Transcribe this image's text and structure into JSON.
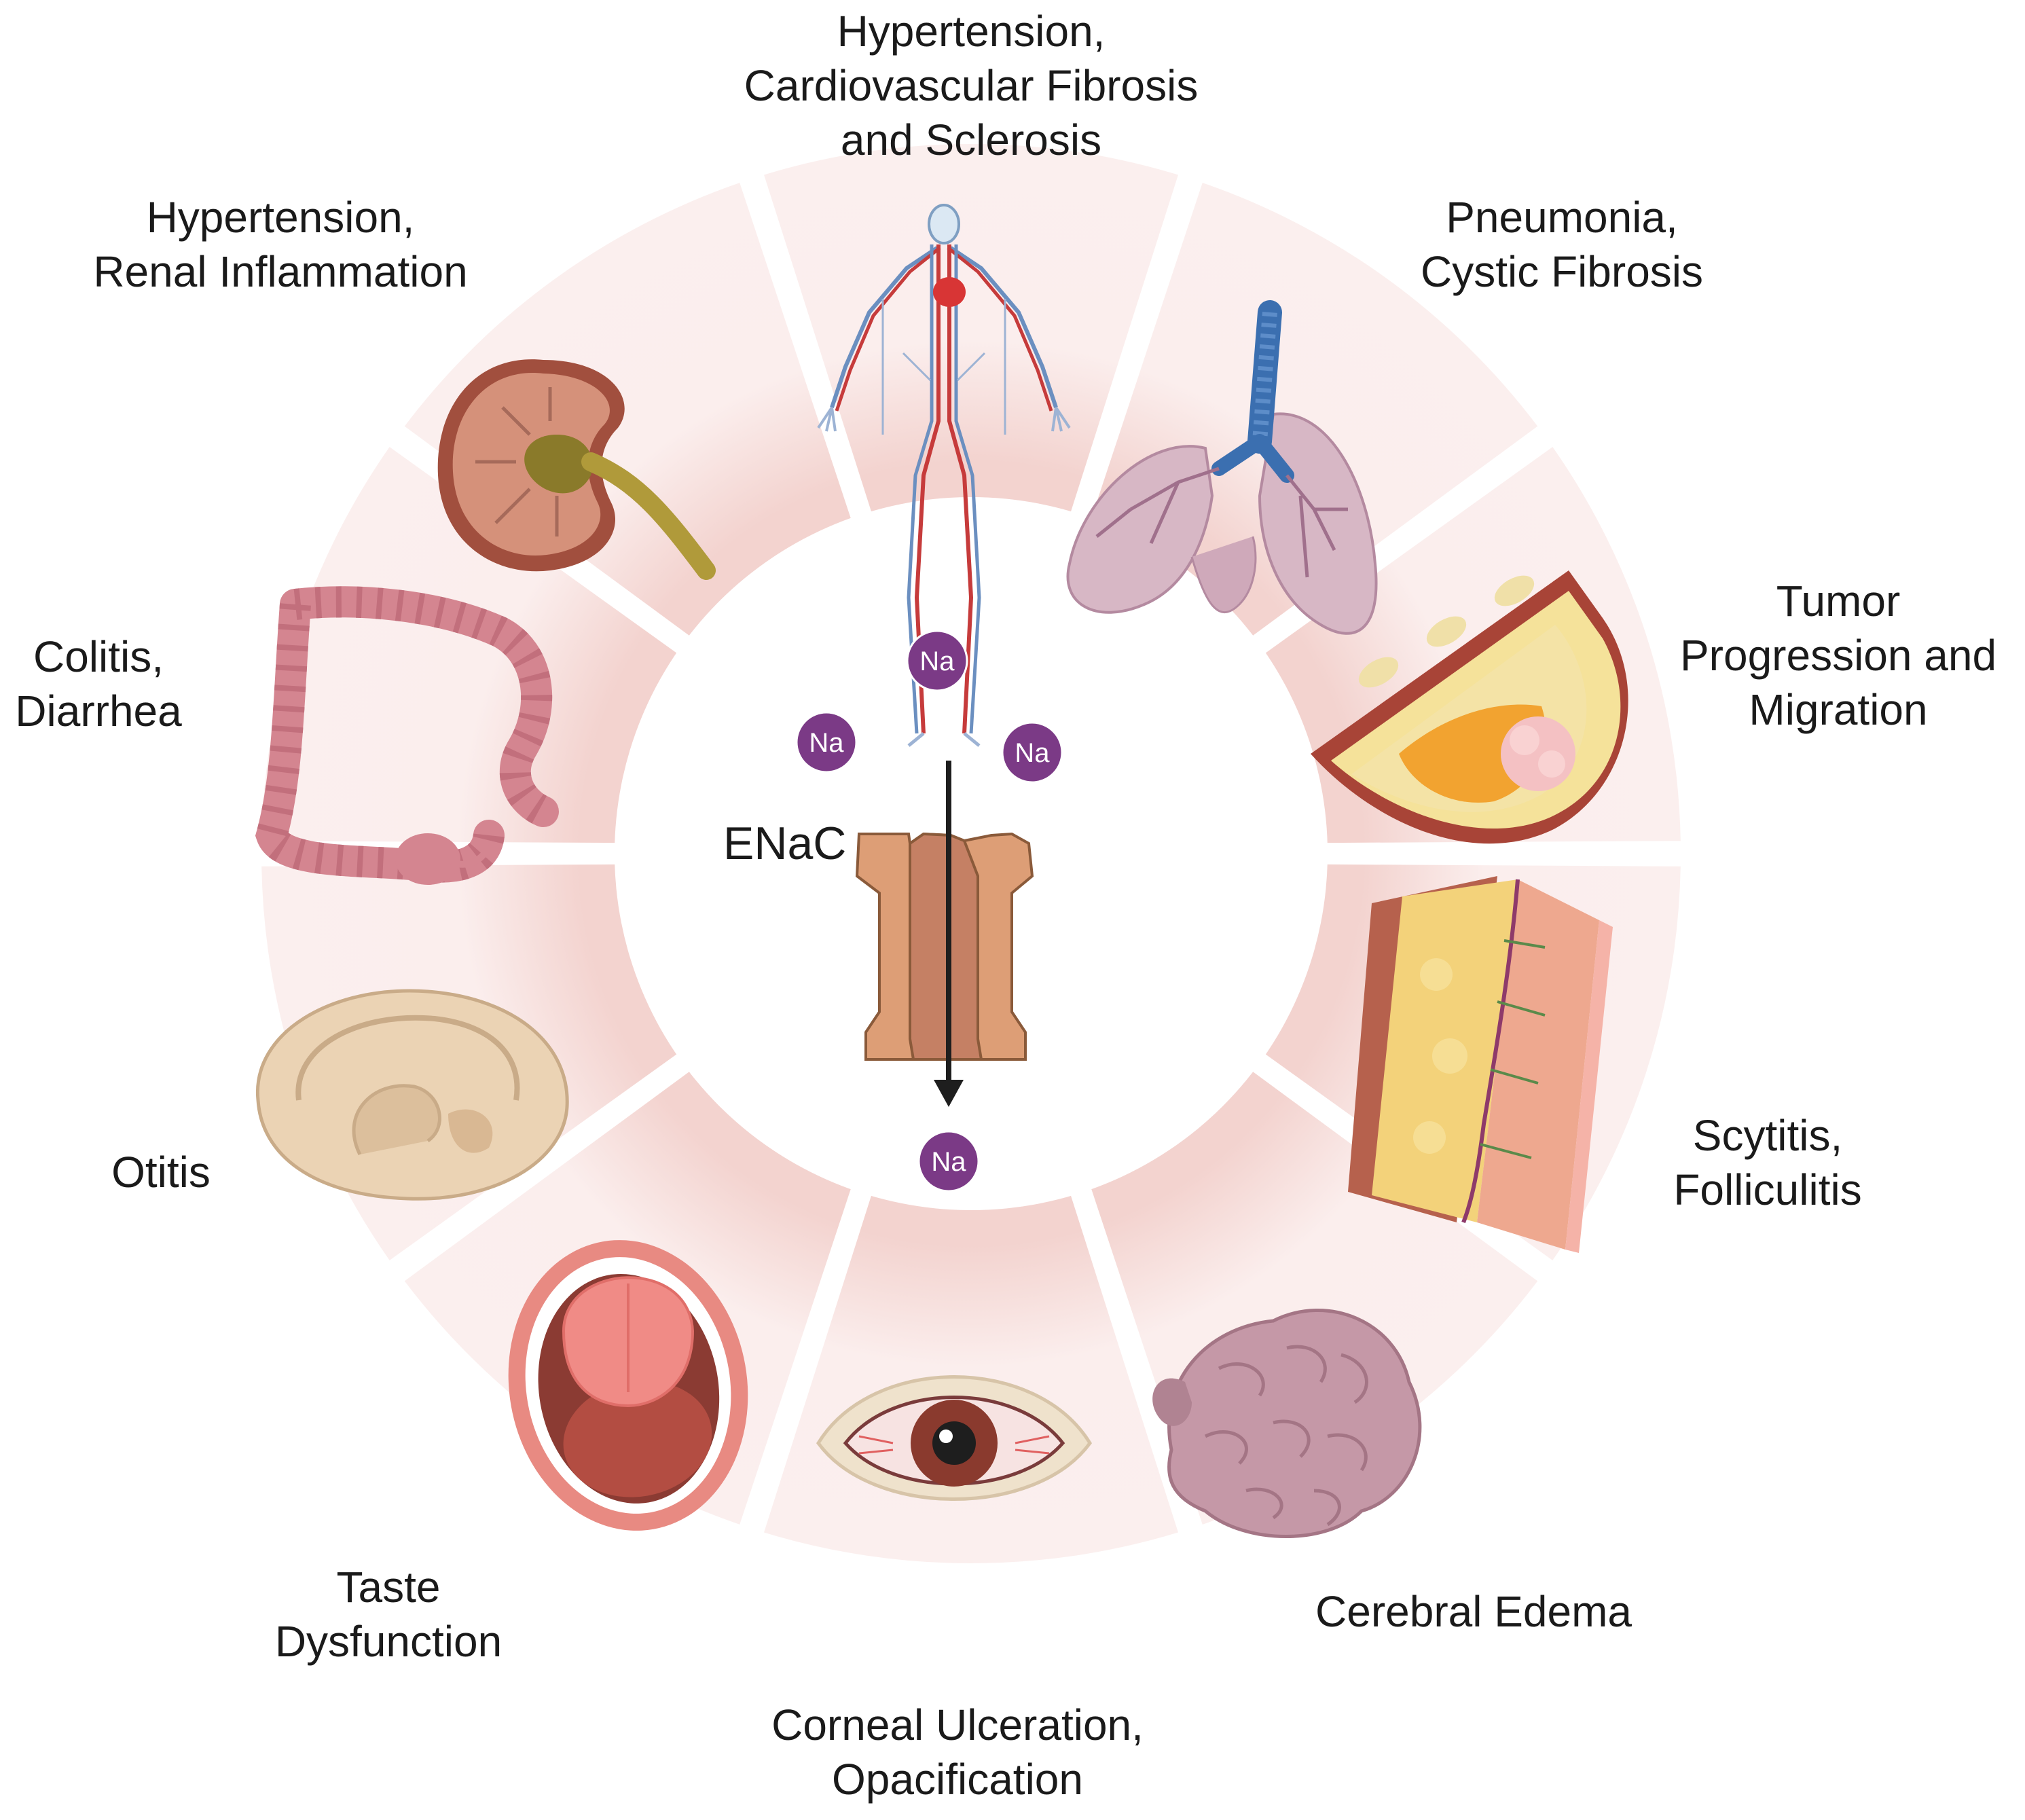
{
  "center": {
    "channel_label": "ENaC",
    "ion_label": "Na",
    "ion_color": "#7b3a86",
    "channel_color": "#dd9e76",
    "channel_core_color": "#c58064"
  },
  "ring": {
    "segment_fill": "#faeceb",
    "glow_color": "#f3d3cf"
  },
  "conditions": [
    {
      "organ": "vasculature",
      "icon": "circulatory-system-icon",
      "lines": [
        "Hypertension,",
        "Cardiovascular Fibrosis",
        "and Sclerosis"
      ]
    },
    {
      "organ": "lungs",
      "icon": "lungs-icon",
      "lines": [
        "Pneumonia,",
        "Cystic Fibrosis"
      ]
    },
    {
      "organ": "breast",
      "icon": "breast-tumor-icon",
      "lines": [
        "Tumor",
        "Progression and",
        "Migration"
      ]
    },
    {
      "organ": "skin",
      "icon": "skin-cross-section-icon",
      "lines": [
        "Scytitis,",
        "Folliculitis"
      ]
    },
    {
      "organ": "brain",
      "icon": "brain-icon",
      "lines": [
        "Cerebral Edema"
      ]
    },
    {
      "organ": "eye",
      "icon": "eye-icon",
      "lines": [
        "Corneal Ulceration,",
        "Opacification"
      ]
    },
    {
      "organ": "mouth",
      "icon": "mouth-tongue-icon",
      "lines": [
        "Taste",
        "Dysfunction"
      ]
    },
    {
      "organ": "ear",
      "icon": "ear-icon",
      "lines": [
        "Otitis"
      ]
    },
    {
      "organ": "colon",
      "icon": "colon-icon",
      "lines": [
        "Colitis,",
        "Diarrhea"
      ]
    },
    {
      "organ": "kidney",
      "icon": "kidney-icon",
      "lines": [
        "Hypertension,",
        "Renal Inflammation"
      ]
    }
  ]
}
